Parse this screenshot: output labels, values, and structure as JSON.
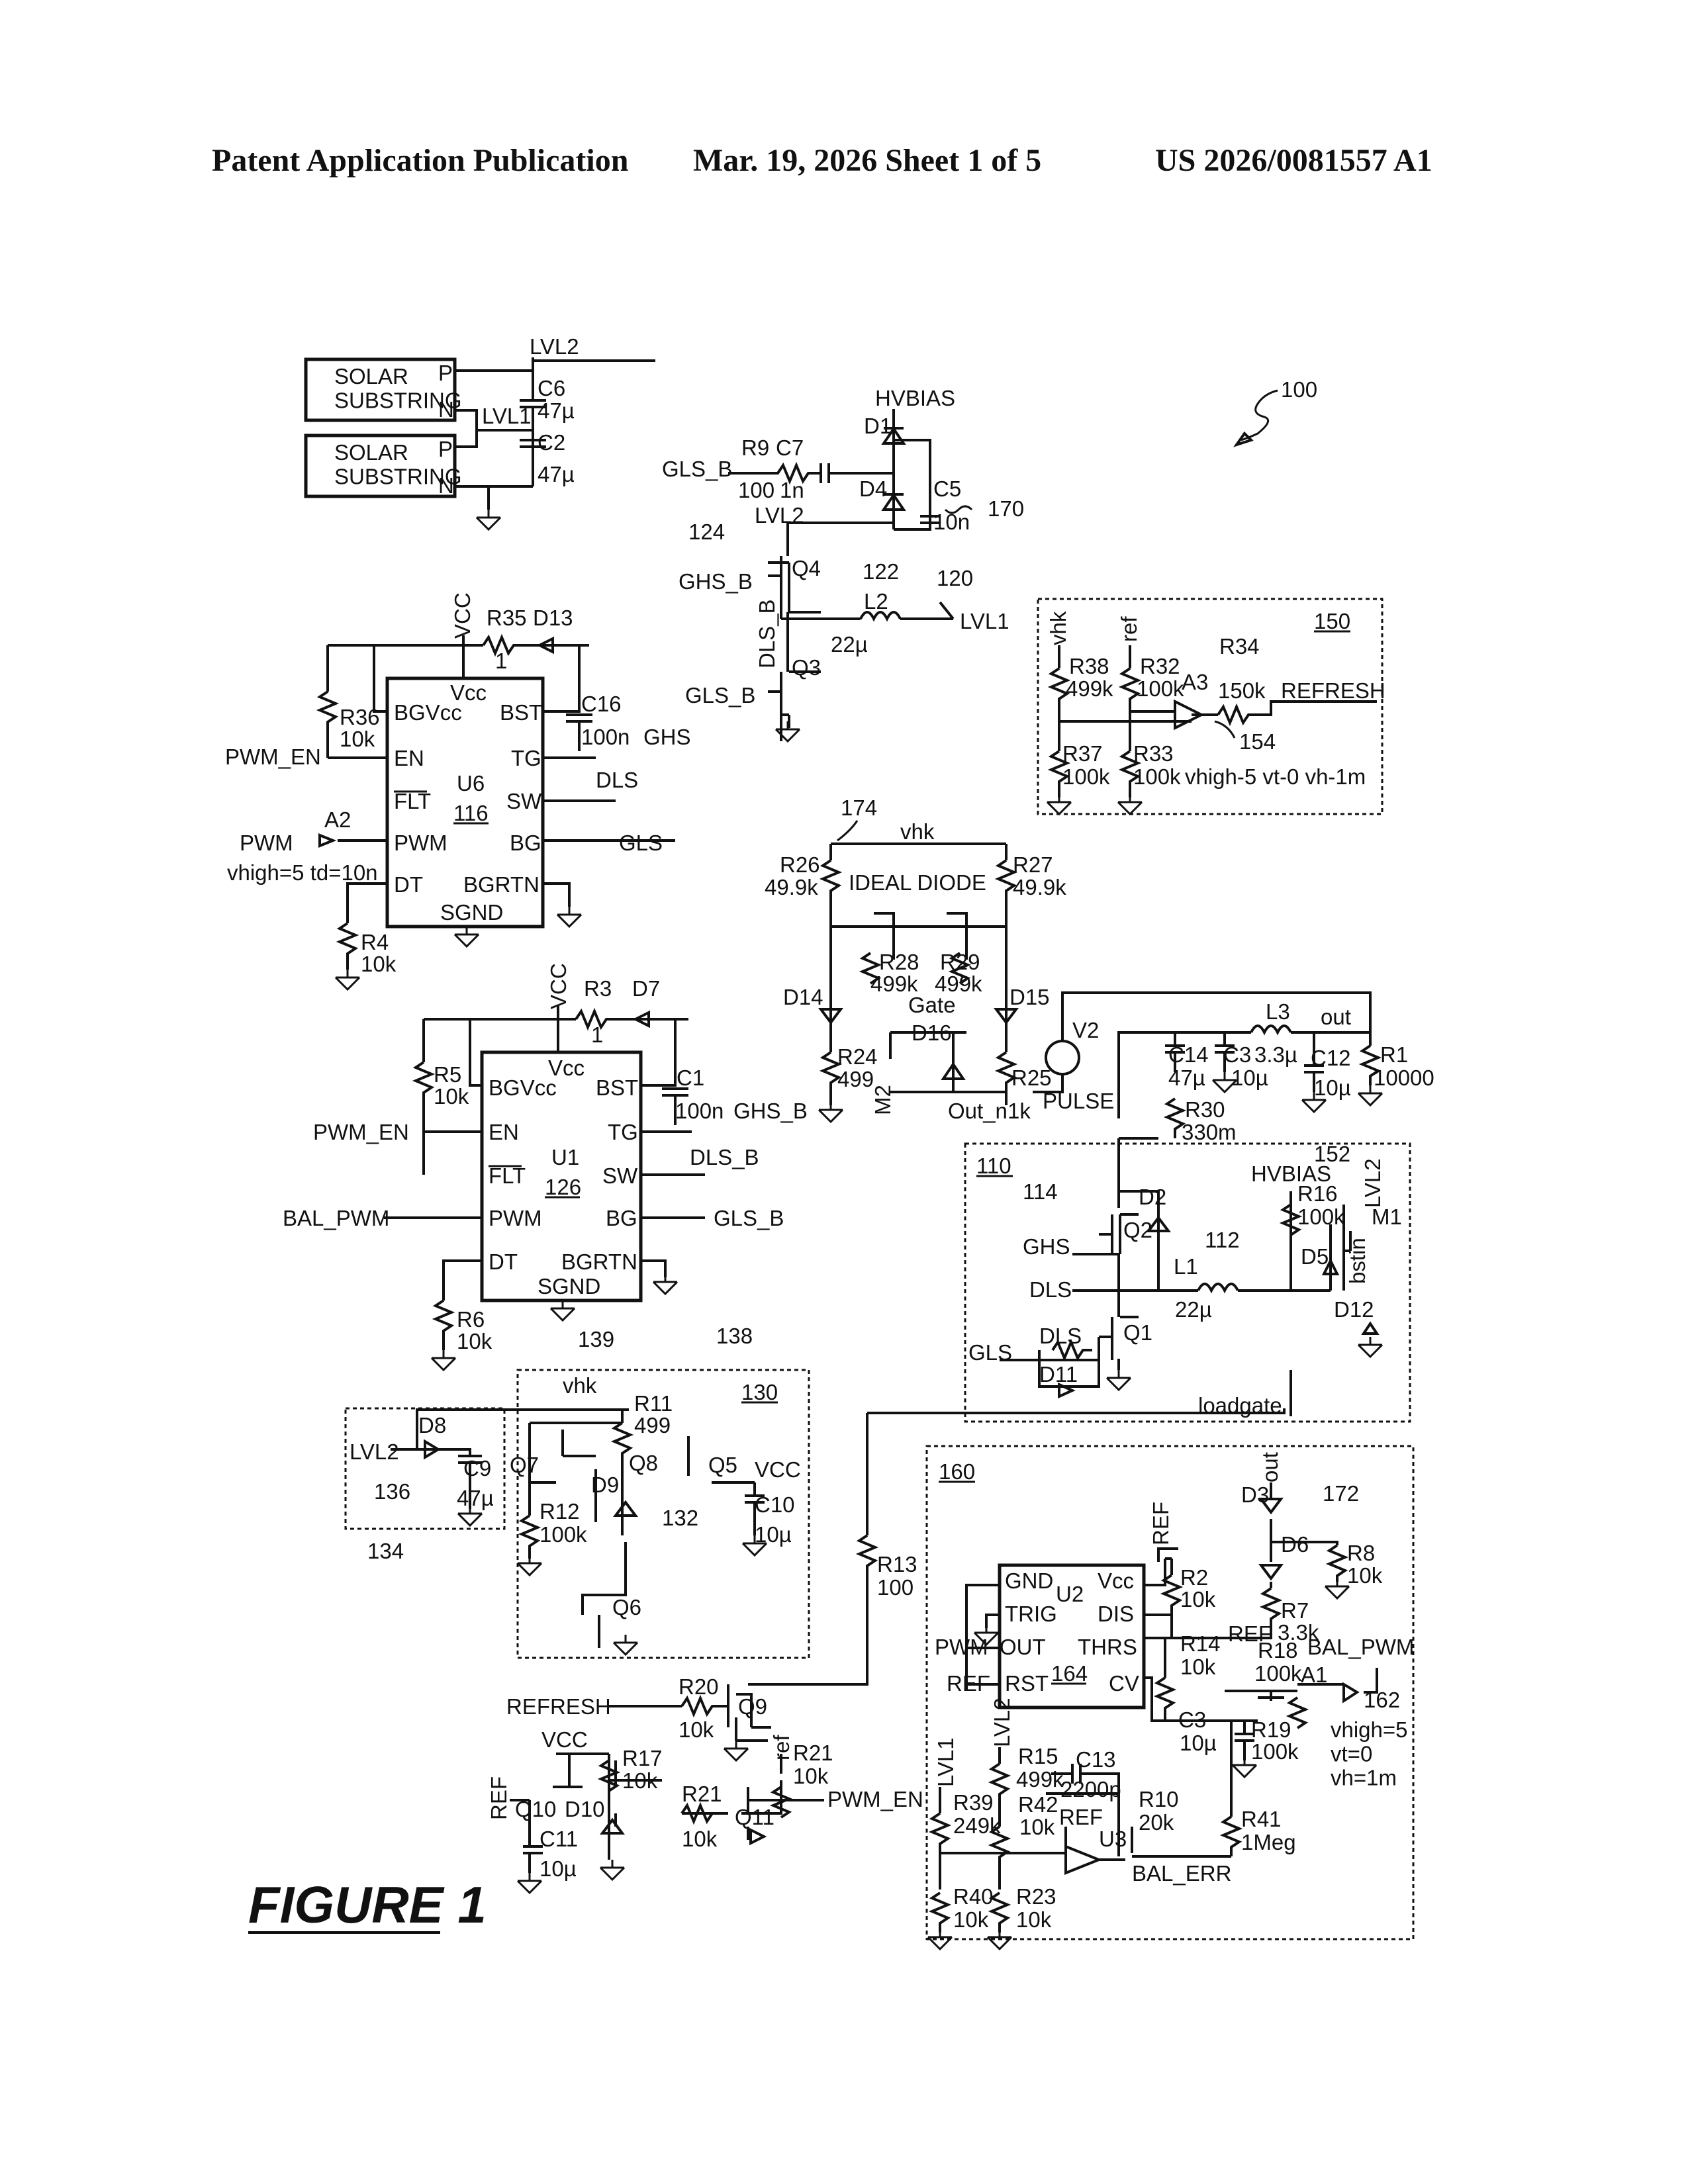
{
  "header": {
    "left": "Patent Application Publication",
    "middle": "Mar. 19, 2026  Sheet 1 of 5",
    "right": "US 2026/0081557 A1"
  },
  "figure": {
    "caption": "FIGURE 1",
    "ref_main": "100",
    "solar": {
      "substring_1": "SOLAR\nSUBSTRING",
      "substring_2": "SOLAR\nSUBSTRING",
      "pin_p": "P",
      "pin_n": "N",
      "lvl2": "LVL2",
      "lvl1": "LVL1",
      "c6": "C6",
      "c6_val": "47µ",
      "c2": "C2",
      "c2_val": "47µ"
    },
    "hv_circuit": {
      "hvbias": "HVBIAS",
      "d1": "D1",
      "d4": "D4",
      "c5": "C5",
      "c5_val": "10n",
      "ref170": "170",
      "r9": "R9",
      "c7": "C7",
      "r9_val": "100",
      "c7_val": "1n",
      "gls_b": "GLS_B",
      "ref124": "124",
      "lvl2": "LVL2",
      "ghs_b": "GHS_B",
      "q4": "Q4",
      "dls_b": "DLS_B",
      "l2": "L2",
      "l2_val": "22µ",
      "ref122": "122",
      "ref120": "120",
      "lvl1": "LVL1",
      "gls_b2": "GLS_B",
      "q3": "Q3"
    },
    "u6": {
      "vcc": "VCC",
      "r35": "R35",
      "r35_val": "1",
      "d13": "D13",
      "r36": "R36",
      "r36_val": "10k",
      "pin_bgvcc": "BGVcc",
      "pin_vcc": "Vcc",
      "pin_bst": "BST",
      "pin_en": "EN",
      "pin_tg": "TG",
      "pin_flt": "FLT",
      "pin_sw": "SW",
      "pin_pwm": "PWM",
      "pin_bg": "BG",
      "pin_dt": "DT",
      "pin_bgrtn": "BGRTN",
      "pin_sgnd": "SGND",
      "name": "U6",
      "ref": "116",
      "c16": "C16",
      "c16_val": "100n",
      "ghs": "GHS",
      "dls": "DLS",
      "gls": "GLS",
      "pwm_en": "PWM_EN",
      "pwm": "PWM",
      "a2": "A2",
      "a2_params": "vhigh=5 td=10n",
      "r4": "R4",
      "r4_val": "10k"
    },
    "u1": {
      "vcc": "VCC",
      "r3": "R3",
      "r3_val": "1",
      "d7": "D7",
      "r5": "R5",
      "r5_val": "10k",
      "pin_bgvcc": "BGVcc",
      "pin_vcc": "Vcc",
      "pin_bst": "BST",
      "pin_en": "EN",
      "pin_tg": "TG",
      "pin_flt": "FLT",
      "pin_sw": "SW",
      "pin_pwm": "PWM",
      "pin_bg": "BG",
      "pin_dt": "DT",
      "pin_bgrtn": "BGRTN",
      "pin_sgnd": "SGND",
      "name": "U1",
      "ref": "126",
      "c1": "C1",
      "c1_val": "100n",
      "ghs_b": "GHS_B",
      "dls_b": "DLS_B",
      "gls_b": "GLS_B",
      "pwm_en": "PWM_EN",
      "bal_pwm": "BAL_PWM",
      "r6": "R6",
      "r6_val": "10k"
    },
    "block150": {
      "ref": "150",
      "vhk": "vhk",
      "ref_net": "ref",
      "r38": "R38",
      "r38_val": "499k",
      "r32": "R32",
      "r32_val": "100k",
      "r34": "R34",
      "r34_val": "150k",
      "a3": "A3",
      "refresh": "REFRESH",
      "r37": "R37",
      "r37_val": "100k",
      "r33": "R33",
      "r33_val": "100k",
      "ref154": "154",
      "params": "vhigh-5 vt-0 vh-1m"
    },
    "ideal_diode": {
      "ref174": "174",
      "vhk": "vhk",
      "r26": "R26",
      "r26_val": "49.9k",
      "title": "IDEAL DIODE",
      "r27": "R27",
      "r27_val": "49.9k",
      "r28": "R28",
      "r28_val": "499k",
      "r29": "R29",
      "r29_val": "499k",
      "d14": "D14",
      "gate": "Gate",
      "d15": "D15",
      "d16": "D16",
      "r24": "R24",
      "r24_val": "499",
      "m2": "M2",
      "r25": "R25",
      "r25_val": "1k",
      "out_n": "Out_n"
    },
    "output": {
      "v2": "V2",
      "pulse": "PULSE",
      "l3": "L3",
      "l3_val": "3.3µ",
      "out": "out",
      "c14": "C14",
      "c14_val": "47µ",
      "c3": "C3",
      "c3_val": "10µ",
      "c12": "C12",
      "c12_val": "10µ",
      "r1": "R1",
      "r1_val": "10000",
      "r30": "R30",
      "r30_val": "330m"
    },
    "block110": {
      "ref": "110",
      "ref114": "114",
      "d2": "D2",
      "ghs": "GHS",
      "q2": "Q2",
      "dls": "DLS",
      "l1": "L1",
      "l1_val": "22µ",
      "ref112": "112",
      "dls2": "DLS",
      "gls": "GLS",
      "q1": "Q1",
      "d11": "D11",
      "loadgate": "loadgate",
      "hvbias": "HVBIAS",
      "ref152": "152",
      "lvl2": "LVL2",
      "r16": "R16",
      "r16_val": "100k",
      "m1": "M1",
      "d5": "D5",
      "bstin": "bstin",
      "d12": "D12"
    },
    "block130": {
      "ref": "130",
      "ref139": "139",
      "ref138": "138",
      "vhk": "vhk",
      "r11": "R11",
      "r11_val": "499",
      "q7": "Q7",
      "q8": "Q8",
      "q5": "Q5",
      "vcc": "VCC",
      "d9": "D9",
      "r12": "R12",
      "r12_val": "100k",
      "ref132": "132",
      "c10": "C10",
      "c10_val": "10µ",
      "q6": "Q6"
    },
    "block134": {
      "lvl2": "LVL2",
      "d8": "D8",
      "c9": "C9",
      "c9_val": "47µ",
      "ref136": "136",
      "ref134": "134"
    },
    "refresh_circuit": {
      "r13": "R13",
      "r13_val": "100",
      "refresh": "REFRESH",
      "r20": "R20",
      "r20_val": "10k",
      "q9": "Q9",
      "vcc": "VCC",
      "r17": "R17",
      "r17_val": "10k",
      "ref_net": "ref",
      "r21a": "R21",
      "r21a_val": "10k",
      "ref_label": "REF",
      "q10": "Q10",
      "d10": "D10",
      "r21b": "R21",
      "r21b_val": "10k",
      "q11": "Q11",
      "pwm_en": "PWM_EN",
      "c11": "C11",
      "c11_val": "10µ"
    },
    "block160": {
      "ref": "160",
      "out": "out",
      "d3": "D3",
      "ref172": "172",
      "d6": "D6",
      "r8": "R8",
      "r8_val": "10k",
      "ref_net": "REF",
      "r2": "R2",
      "r2_val": "10k",
      "pin_gnd": "GND",
      "u2": "U2",
      "pin_vcc": "Vcc",
      "pin_trig": "TRIG",
      "pin_dis": "DIS",
      "r7": "R7",
      "r7_val": "3.3k",
      "pwm": "PWM",
      "pin_out": "OUT",
      "pin_thrs": "THRS",
      "ref_left": "REF",
      "pin_rst": "RST",
      "u2_ref": "164",
      "pin_cv": "CV",
      "r14": "R14",
      "r14_val": "10k",
      "ref_r18": "REF",
      "r18": "R18",
      "r18_val": "100k",
      "bal_pwm": "BAL_PWM",
      "a1": "A1",
      "ref162": "162",
      "c3": "C3",
      "c3_val": "10µ",
      "r19": "R19",
      "r19_val": "100k",
      "a1_params": "vhigh=5\nvt=0\nvh=1m",
      "lvl1": "LVL1",
      "lvl2": "LVL2",
      "r39": "R39",
      "r39_val": "249k",
      "r15": "R15",
      "r15_val": "499k",
      "c13": "C13",
      "c13_val": "2200p",
      "r42": "R42",
      "r42_val": "10k",
      "ref_u3": "REF",
      "r10": "R10",
      "r10_val": "20k",
      "u3": "U3",
      "r41": "R41",
      "r41_val": "1Meg",
      "bal_err": "BAL_ERR",
      "r40": "R40",
      "r40_val": "10k",
      "r23": "R23",
      "r23_val": "10k"
    }
  }
}
